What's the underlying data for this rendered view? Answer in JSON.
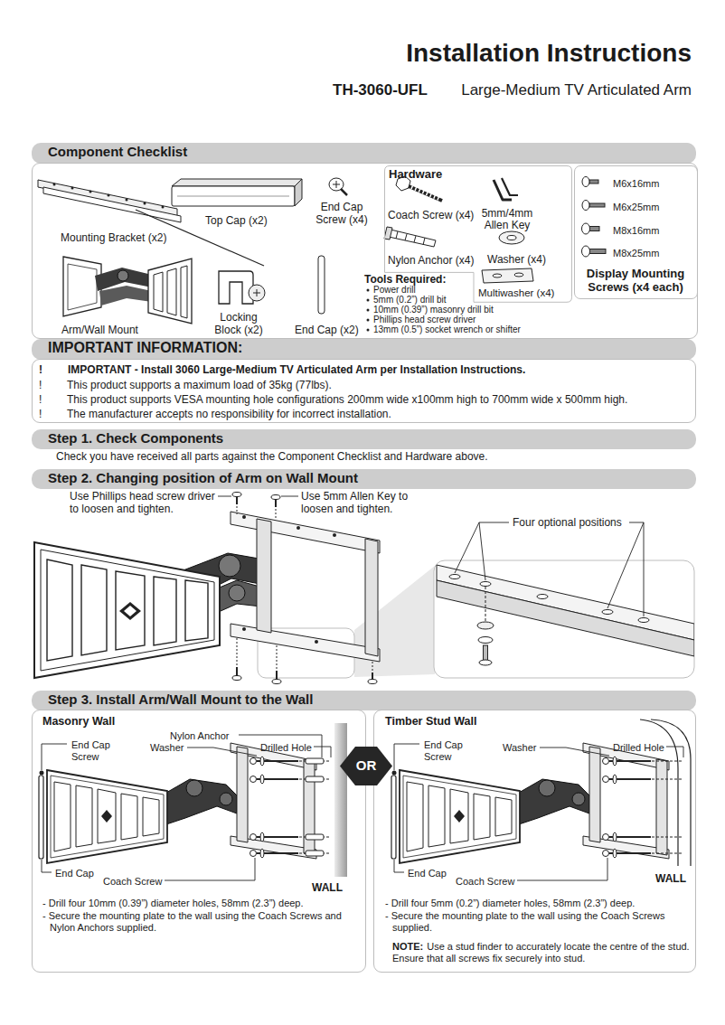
{
  "diagram": {
    "title": "Installation Instructions",
    "nodes": [
      {
        "text": [
          "Component Checklist"
        ]
      },
      {
        "text": [
          "Top Cap (x2)",
          "End Cap Screw (x4)",
          "Mounting Bracket (x2)",
          "Arm/Wall Mount",
          "Locking Block (x2)",
          "End Cap (x2)"
        ]
      },
      {
        "text": [
          "Hardware",
          "Coach Screw (x4)",
          "5mm/4mm Allen Key",
          "Nylon Anchor (x4)",
          "Washer (x4)",
          "Multiwasher (x4)"
        ],
        "in": 1
      },
      {
        "text": [
          "M6x16mm",
          "M6x25mm",
          "M8x16mm",
          "M8x25mm",
          "Display Mounting Screws (x4 each)"
        ],
        "in": 1
      },
      {
        "text": [
          "IMPORTANT INFORMATION:"
        ]
      },
      {
        "text": [
          "!",
          "IMPORTANT - Install 3060 Large-Medium TV Articulated Arm per Installation Instructions.",
          "!",
          "This product supports a maximum load of 35kg (77lbs).",
          "!",
          "This product supports VESA mounting hole configurations 200mm wide x100mm high to 700mm wide x 500mm high.",
          "!",
          "The manufacturer accepts no responsibility for incorrect installation."
        ]
      },
      {
        "text": [
          "Step 1. Check Components"
        ]
      },
      {
        "text": [
          "Step 2. Changing position of Arm on Wall Mount"
        ]
      },
      {
        "text": [
          "Step 3. Install Arm/Wall Mount to the Wall"
        ]
      },
      {
        "text": [
          "Masonry Wall",
          "End Cap Screw",
          "Nylon Anchor",
          "Washer",
          "Drilled Hole",
          "End Cap",
          "Coach Screw",
          "WALL",
          "- Drill four 10mm (0.39”) diameter holes, 58mm (2.3”) deep.",
          "- Secure the mounting plate to the wall using the Coach Screws and Nylon Anchors supplied."
        ]
      },
      {
        "text": [
          "OR"
        ]
      },
      {
        "text": [
          "Timber Stud Wall",
          "End Cap Screw",
          "Washer",
          "Drilled Hole",
          "End Cap",
          "Coach Screw",
          "WALL",
          "- Drill four 5mm (0.2”) diameter holes, 58mm (2.3”) deep.",
          "- Secure the mounting plate to the wall using the Coach Screws supplied.",
          "NOTE:",
          "Use a stud finder to accurately locate the centre of the stud. Ensure that all screws fix securely into stud."
        ]
      }
    ],
    "labels": [
      "TH-3060-UFL",
      "Large-Medium TV Articulated Arm",
      "Tools Required:",
      "Power drill",
      "5mm (0.2”) drill bit",
      "10mm (0.39”) masonry drill bit",
      "Phillips head screw driver",
      "13mm (0.5”) socket wrench or shifter",
      "Check you have received all parts against the Component Checklist and Hardware above.",
      "Use Phillips head screw driver to loosen and tighten.",
      "Use 5mm Allen Key to loosen and tighten.",
      "Four optional positions"
    ]
  }
}
